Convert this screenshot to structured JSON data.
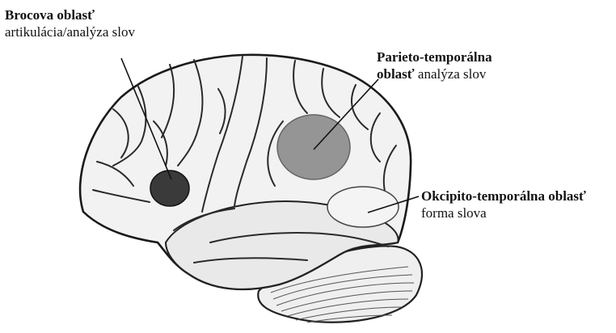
{
  "labels": {
    "broca": {
      "title": "Brocova oblasť",
      "desc": "artikulácia/analýza slov"
    },
    "parieto": {
      "title_line1": "Parieto-temporálna",
      "title_line2": "oblasť",
      "desc": "analýza slov"
    },
    "okcipito": {
      "title": "Okcipito-temporálna oblasť",
      "desc": "forma slova"
    }
  },
  "icons": [
    "brain-illustration"
  ],
  "colors": {
    "region_dark": "#3a3a3a",
    "region_mid": "#8c8c8c",
    "region_light": "#f4f4f4",
    "line": "#111111"
  }
}
